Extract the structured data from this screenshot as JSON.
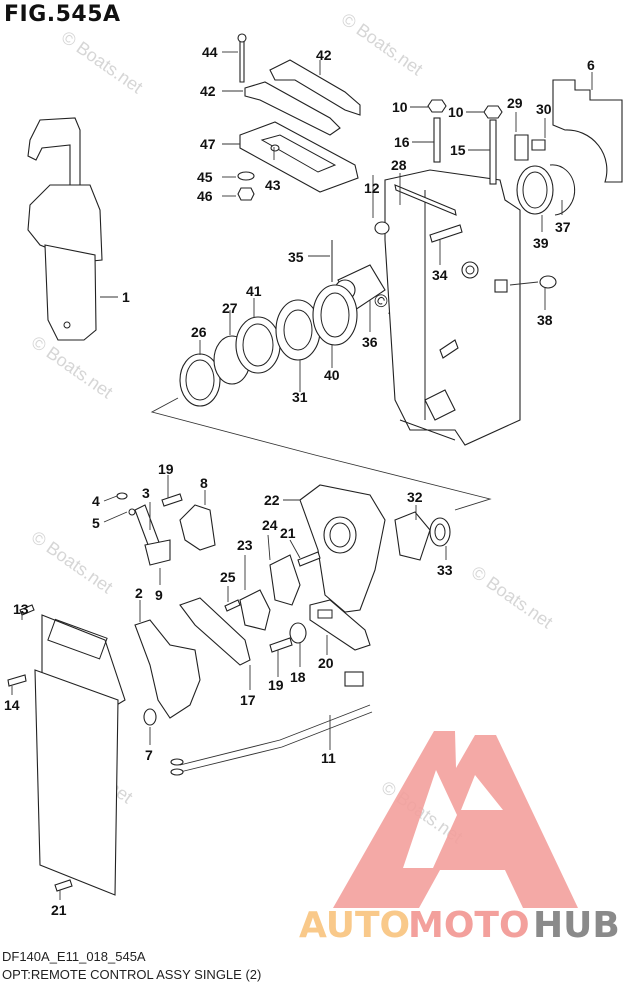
{
  "figure": {
    "title": "FIG.545A",
    "code": "DF140A_E11_018_545A",
    "description": "OPT:REMOTE CONTROL ASSY SINGLE (2)"
  },
  "watermark": {
    "text": "© Boats.net"
  },
  "logo": {
    "part1": "AUTO",
    "part2": "MOTO",
    "part3": "HUB",
    "colors": {
      "auto": "#f9c98a",
      "moto": "#f3a09c",
      "hub": "#8a8a8a",
      "mark": "#f3a09c"
    }
  },
  "callouts": {
    "c1": "1",
    "c2": "2",
    "c3": "3",
    "c4": "4",
    "c5": "5",
    "c6": "6",
    "c7": "7",
    "c8": "8",
    "c9": "9",
    "c10a": "10",
    "c10b": "10",
    "c11": "11",
    "c12": "12",
    "c13": "13",
    "c14": "14",
    "c15": "15",
    "c16": "16",
    "c17": "17",
    "c18": "18",
    "c19a": "19",
    "c19b": "19",
    "c20": "20",
    "c21a": "21",
    "c21b": "21",
    "c22": "22",
    "c23": "23",
    "c24": "24",
    "c25": "25",
    "c26": "26",
    "c27": "27",
    "c28": "28",
    "c29": "29",
    "c30": "30",
    "c31": "31",
    "c32": "32",
    "c33": "33",
    "c34": "34",
    "c35": "35",
    "c36": "36",
    "c37": "37",
    "c38": "38",
    "c39": "39",
    "c40": "40",
    "c41": "41",
    "c42a": "42",
    "c42b": "42",
    "c43": "43",
    "c44": "44",
    "c45": "45",
    "c46": "46",
    "c47": "47"
  }
}
